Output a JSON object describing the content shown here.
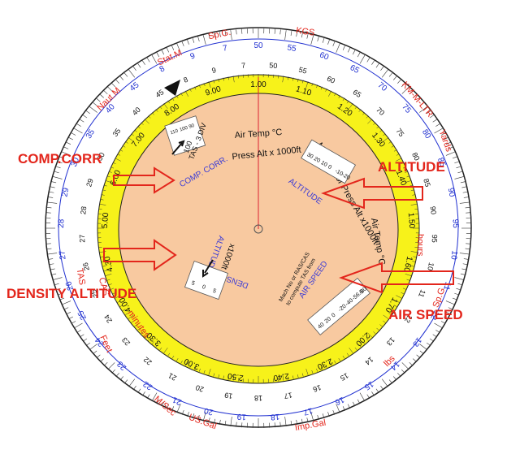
{
  "colors": {
    "outer_ring": "#ffffff",
    "yellow_ring": "#f7f21a",
    "center_disc": "#f8c9a0",
    "red_text": "#e3261c",
    "blue_text": "#1f2fd0",
    "blue_label": "#3a3ad6",
    "callout_red": "#e3261c",
    "black": "#111111"
  },
  "callouts": {
    "comp_corr": "COMP.CORR",
    "altitude": "ALTITUDE",
    "density_altitude": "DENSITY ALTITUDE",
    "air_speed": "AIR SPEED"
  },
  "outer_scale_labels": {
    "naut_m": "Naut.M",
    "stat_m": "Stat.M",
    "sp_g_top": "Sp.G.",
    "kgs": "KGS",
    "km_m_ltr": "KM-M-LTR",
    "yards": "Yards",
    "sp_g_right": "Sp.G",
    "lbs": "lbs",
    "imp_gal": "Imp.Gal",
    "us_gal": "US.Gal",
    "m_sec": "M/Sec",
    "minutes": "minutes",
    "feet": "Feet",
    "cas": "CAS",
    "tas": "TAS",
    "hours": "hours"
  },
  "outer_numbers": [
    "50",
    "55",
    "60",
    "65",
    "70",
    "75",
    "80",
    "85",
    "90",
    "95",
    "10",
    "11",
    "12",
    "13",
    "14",
    "15",
    "16",
    "17",
    "18",
    "19",
    "20",
    "21",
    "22",
    "23",
    "24",
    "25",
    "26",
    "27",
    "28",
    "29",
    "30",
    "35",
    "40",
    "45",
    "8",
    "9",
    "7"
  ],
  "inner_yellow_numbers": [
    "1.00",
    "1.10",
    "1.20",
    "1.30",
    "1.40",
    "1.50",
    "1.60",
    "1.70",
    "2.00",
    "2.30",
    "2.40",
    "2.50",
    "3.00",
    "3.30",
    "4.00",
    "4.30",
    "5.00",
    "6.00",
    "7.00",
    "8.00",
    "9.00"
  ],
  "center_labels": {
    "air_temp_top": "Air Temp °C",
    "press_alt_top": "Press Alt x 1000ft",
    "mach_no_press": "Mach No or Press Alt x1000ft",
    "air_temp_right": "Air Temp °C",
    "comp_corr": "COMP. CORR.",
    "altitude": "ALTITUDE",
    "air_speed": "AIR SPEED",
    "density": "DENSITY",
    "altitude_lower": "ALTITUDE",
    "x1000ft": "x1000ft",
    "mach_note": "Mach No or RAS/CAS",
    "compute_note": "to compute TAS from",
    "tas_div": "TAS - 3 DIV",
    "tas_100": "100"
  },
  "windows": {
    "tas_window_numbers": [
      "110",
      "100",
      "90"
    ],
    "altitude_window_numbers": [
      "30",
      "20",
      "10",
      "0",
      "-10",
      "-20"
    ],
    "airspeed_window_numbers": [
      "40",
      "20",
      "0",
      "-20",
      "-40",
      "-56.5",
      "-80"
    ],
    "density_window_numbers": [
      "5",
      "0",
      "5"
    ]
  }
}
